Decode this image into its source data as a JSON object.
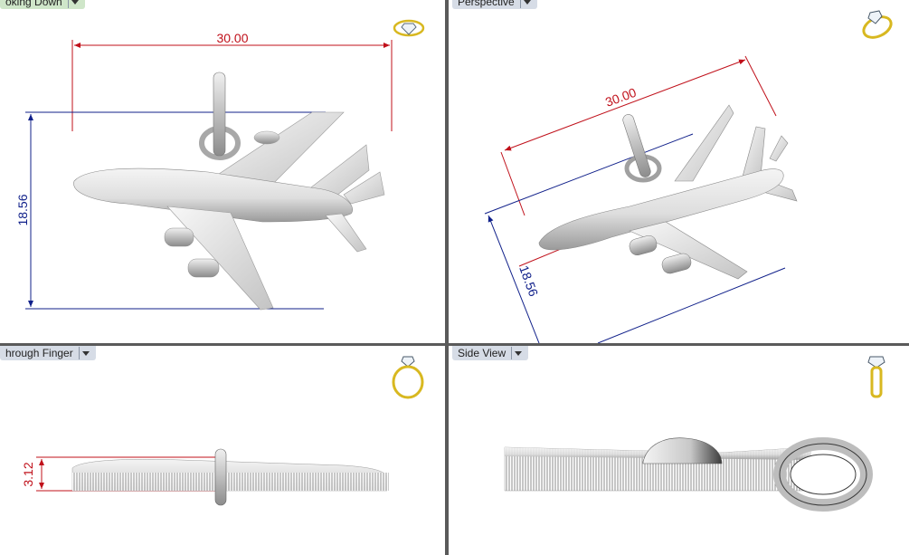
{
  "viewports": {
    "top_left": {
      "tab": "oking Down",
      "dimension_width": "30.00",
      "dimension_height": "18.56"
    },
    "top_right": {
      "tab": "Perspective",
      "dimension_width": "30.00",
      "dimension_height": "18.56"
    },
    "bottom_left": {
      "tab": "hrough Finger",
      "dimension_thickness": "3.12"
    },
    "bottom_right": {
      "tab": "Side View"
    }
  },
  "icons": {
    "top_left": "ring-top-icon",
    "top_right": "ring-perspective-icon",
    "bottom_left": "ring-front-icon",
    "bottom_right": "ring-side-icon"
  },
  "colors": {
    "dimension_red": "#c0101a",
    "dimension_blue": "#10208a",
    "divider": "#5a5a5a",
    "icon_gold": "#d8b820"
  }
}
